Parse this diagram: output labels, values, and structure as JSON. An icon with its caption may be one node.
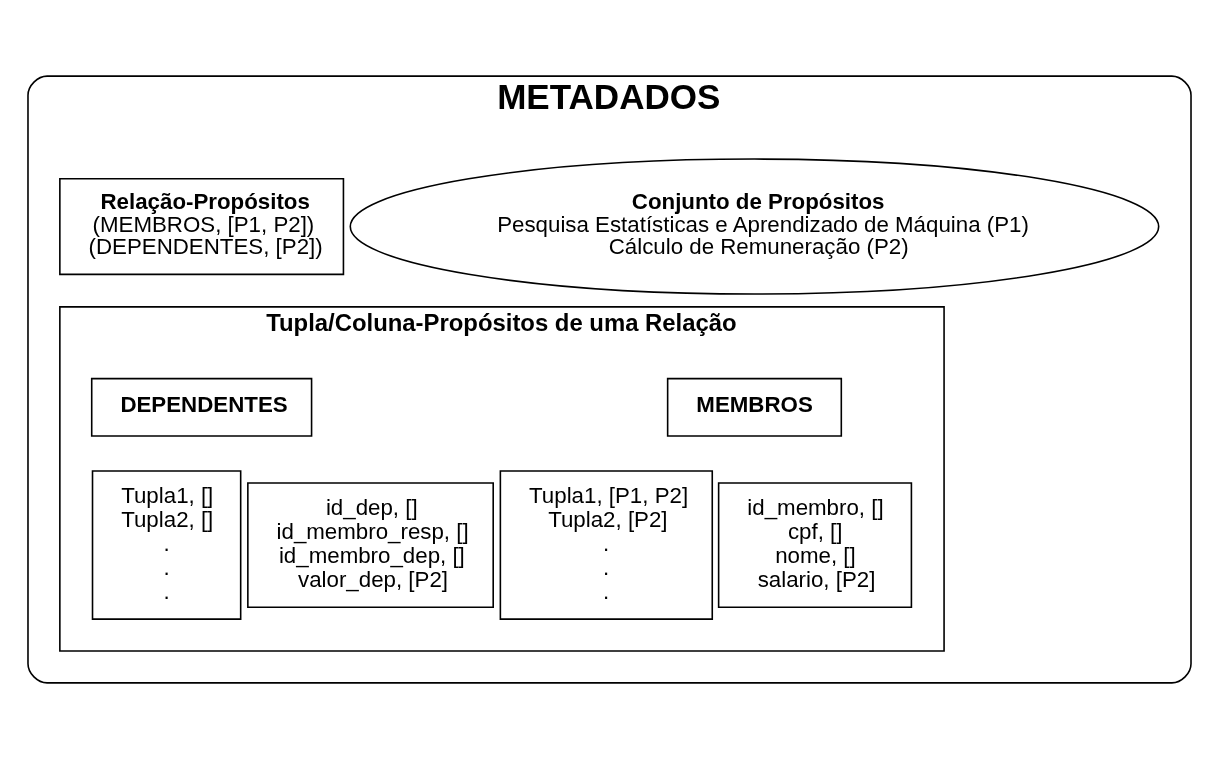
{
  "diagram": {
    "nodes": [
      {
        "text": [
          "METADADOS"
        ]
      },
      {
        "text": [
          "Conjunto de Propósitos",
          "Pesquisa Estatísticas e Aprendizado de Máquina (P1)",
          "Cálculo de Remuneração (P2)"
        ],
        "in": 0
      },
      {
        "text": [
          "Relação-Propósitos",
          "(MEMBROS, [P1, P2])",
          "(DEPENDENTES, [P2])"
        ],
        "in": 0
      },
      {
        "text": [
          "Tupla/Coluna-Propósitos de uma Relação"
        ],
        "in": 0
      },
      {
        "text": [
          "MEMBROS"
        ],
        "in": 3
      },
      {
        "text": [
          "Tupla1, [P1, P2]",
          "Tupla2, [P2]",
          ".",
          ".",
          "."
        ],
        "in": 3
      },
      {
        "text": [
          "id_membro, []",
          "cpf, []",
          "nome, []",
          "salario, [P2]"
        ],
        "in": 3
      },
      {
        "text": [
          "DEPENDENTES"
        ],
        "in": 3
      },
      {
        "text": [
          "Tupla1, []",
          "Tupla2, []",
          ".",
          ".",
          "."
        ],
        "in": 3
      },
      {
        "text": [
          "id_dep, []",
          "id_membro_resp, []",
          "id_membro_dep, []",
          "valor_dep, [P2]"
        ],
        "in": 3
      }
    ],
    "edges": []
  }
}
